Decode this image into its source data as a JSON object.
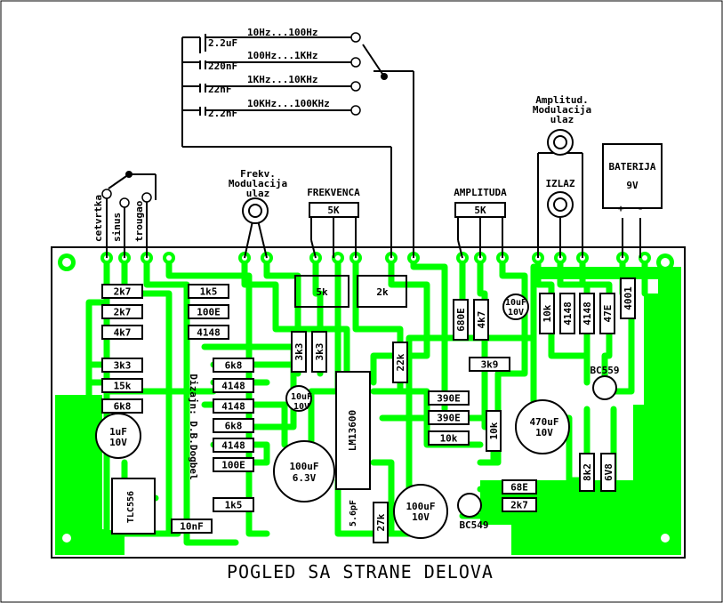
{
  "title": "POGLED SA STRANE DELOVA",
  "switch_capacitors": [
    {
      "cap": "2.2uF",
      "range": "10Hz...100Hz"
    },
    {
      "cap": "220nF",
      "range": "100Hz...1KHz"
    },
    {
      "cap": "22nF",
      "range": "1KHz...10KHz"
    },
    {
      "cap": "2.2nF",
      "range": "10KHz...100KHz"
    }
  ],
  "waveform_switch": {
    "labels": [
      "cetvrtka",
      "sinus",
      "trougao"
    ]
  },
  "connectors": {
    "frekv_mod": [
      "Frekv.",
      "Modulacija",
      "ulaz"
    ],
    "frekvenca": "FREKVENCA",
    "frekvenca_pot": "5K",
    "amplituda": "AMPLITUDA",
    "amplituda_pot": "5K",
    "amplitud_mod": [
      "Amplitud.",
      "Modulacija",
      "ulaz"
    ],
    "izlaz": "IZLAZ",
    "baterija": "BATERIJA",
    "baterija_v": "9V",
    "plus": "+",
    "minus": "-"
  },
  "components": {
    "r_2k7a": "2k7",
    "r_2k7b": "2k7",
    "r_4k7": "4k7",
    "r_3k3": "3k3",
    "r_15k": "15k",
    "r_6k8": "6k8",
    "c_1uf": "1uF",
    "c_1uf_v": "10V",
    "tlc": "TLC556",
    "c_10nf": "10nF",
    "r_1k5a": "1k5",
    "r_100ea": "100E",
    "d_4148a": "4148",
    "r_6k8b": "6k8",
    "d_4148b": "4148",
    "d_4148c": "4148",
    "r_6k8c": "6k8",
    "d_4148d": "4148",
    "r_100eb": "100E",
    "r_1k5b": "1k5",
    "author": "Dizajn: D.B.Dogbel",
    "trim_5k": "5k",
    "trim_2k": "2k",
    "r_3k3b": "3k3",
    "r_3k3c": "3k3",
    "c_10uf": "10uF",
    "c_10uf_v": "10V",
    "c_100uf": "100uF",
    "c_100uf_v": "6.3V",
    "lm": "LM13600",
    "c_5p6": "5.6pF",
    "r_27k": "27k",
    "r_22k": "22k",
    "r_680e": "680E",
    "r_4k7b": "4k7",
    "c_10uf2": "10uF",
    "c_10uf2_v": "10V",
    "r_3k9": "3k9",
    "r_390ea": "390E",
    "r_390eb": "390E",
    "r_10ka": "10k",
    "r_10kb": "10k",
    "c_100uf2": "100uF",
    "c_100uf2_v": "10V",
    "t_bc549": "BC549",
    "r_68e": "68E",
    "r_2k7c": "2k7",
    "r_10kc": "10k",
    "d_4148e": "4148",
    "d_4148f": "4148",
    "r_47e": "47E",
    "d_4001": "4001",
    "t_bc559": "BC559",
    "c_470uf": "470uF",
    "c_470uf_v": "10V",
    "r_8k2": "8k2",
    "z_6v8": "6V8"
  },
  "colors": {
    "copper": "#00ff00",
    "background": "#ffffff",
    "ink": "#000000"
  }
}
